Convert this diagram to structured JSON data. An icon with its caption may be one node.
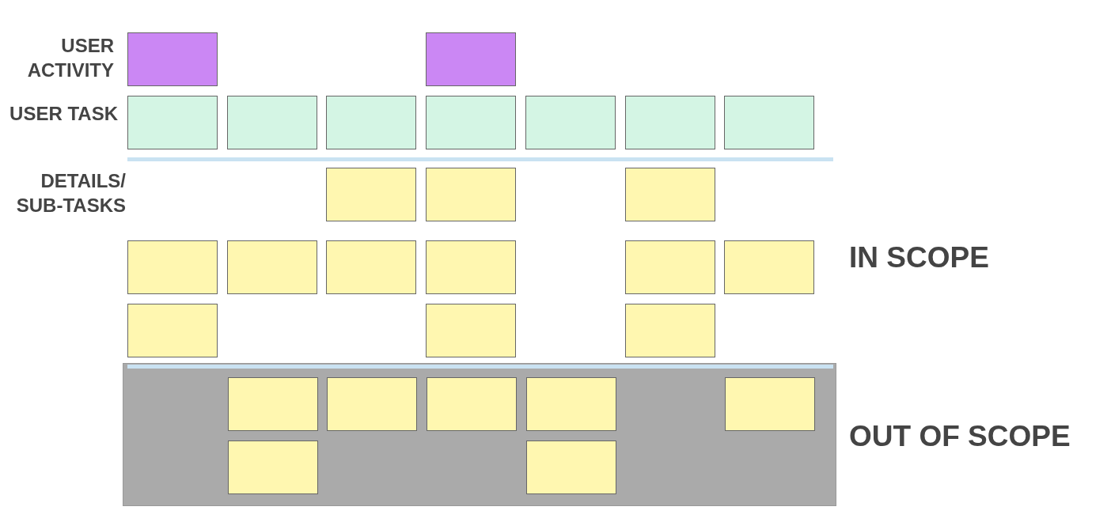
{
  "diagram": {
    "nodes": [
      {
        "text": [],
        "shape": "box"
      },
      {
        "text": [],
        "shape": "box"
      },
      {
        "text": [],
        "shape": "box"
      },
      {
        "text": [],
        "shape": "box"
      },
      {
        "text": [],
        "shape": "box"
      },
      {
        "text": [],
        "shape": "box"
      },
      {
        "text": [],
        "shape": "box"
      },
      {
        "text": [],
        "shape": "box"
      },
      {
        "text": [],
        "shape": "box"
      },
      {
        "text": [],
        "shape": "box"
      },
      {
        "text": [],
        "shape": "box"
      },
      {
        "text": [],
        "shape": "box"
      },
      {
        "text": [],
        "shape": "box"
      },
      {
        "text": [],
        "shape": "box"
      },
      {
        "text": [],
        "shape": "box"
      },
      {
        "text": [],
        "shape": "box"
      },
      {
        "text": [],
        "shape": "box"
      },
      {
        "text": [],
        "shape": "box"
      },
      {
        "text": [],
        "shape": "box"
      },
      {
        "text": [],
        "shape": "box"
      },
      {
        "text": [],
        "shape": "box"
      },
      {
        "text": [],
        "shape": "band"
      },
      {
        "text": [],
        "shape": "box",
        "in": 21
      },
      {
        "text": [],
        "shape": "box",
        "in": 21
      },
      {
        "text": [],
        "shape": "box",
        "in": 21
      },
      {
        "text": [],
        "shape": "box",
        "in": 21
      },
      {
        "text": [],
        "shape": "box",
        "in": 21
      },
      {
        "text": [],
        "shape": "box",
        "in": 21
      },
      {
        "text": [],
        "shape": "box",
        "in": 21
      }
    ],
    "edges": [],
    "labels": [
      "USER ACTIVITY",
      "USER TASK",
      "DETAILS/ SUB-TASKS",
      "IN SCOPE",
      "OUT OF SCOPE"
    ]
  }
}
